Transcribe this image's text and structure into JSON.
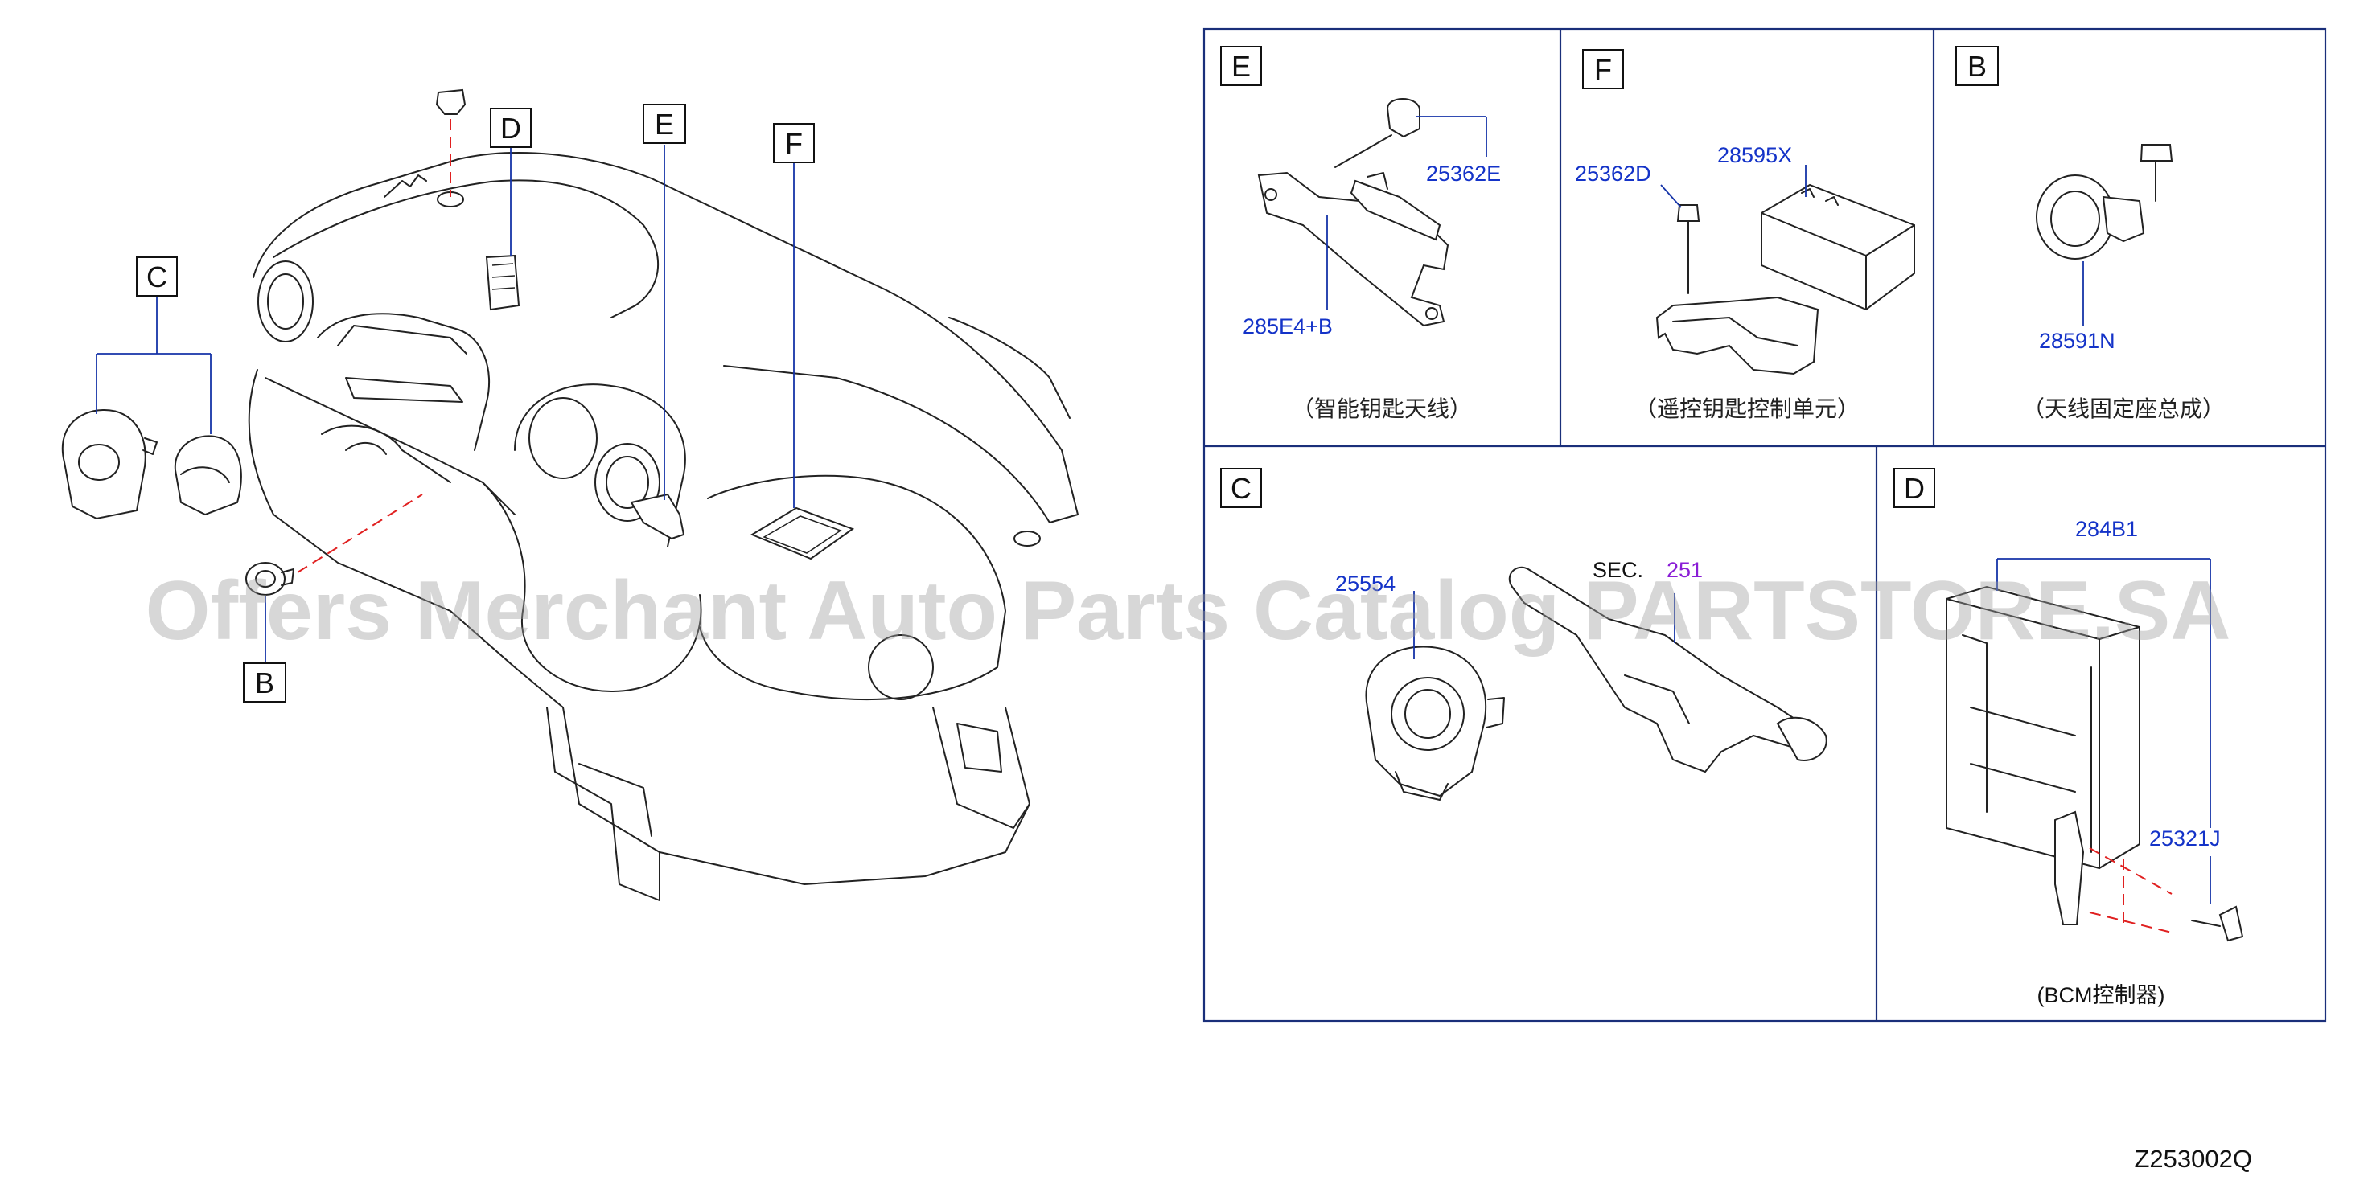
{
  "overview": {
    "callouts": {
      "B": "B",
      "C": "C",
      "D": "D",
      "E": "E",
      "F": "F"
    }
  },
  "panels": {
    "E": {
      "letter": "E",
      "parts": [
        "25362E",
        "285E4+B"
      ],
      "caption": "（智能钥匙天线）"
    },
    "F": {
      "letter": "F",
      "parts": [
        "25362D",
        "28595X"
      ],
      "caption": "（遥控钥匙控制单元）"
    },
    "B": {
      "letter": "B",
      "parts": [
        "28591N"
      ],
      "caption": "（天线固定座总成）"
    },
    "C": {
      "letter": "C",
      "parts": [
        "25554"
      ],
      "sec_label": "SEC.",
      "sec_ref": "251"
    },
    "D": {
      "letter": "D",
      "parts": [
        "284B1",
        "25321J"
      ],
      "caption": "(BCM控制器)"
    }
  },
  "watermark": "Offers Merchant Auto Parts Catalog PARTSTORE.SA",
  "diagram_code": "Z253002Q",
  "colors": {
    "part_number": "#1433c8",
    "section_ref": "#8a1ed6",
    "leader": "#1433a8",
    "dashed_guide": "#e02020",
    "frame": "#1a2f7a",
    "watermark": "#a0a0a0"
  }
}
